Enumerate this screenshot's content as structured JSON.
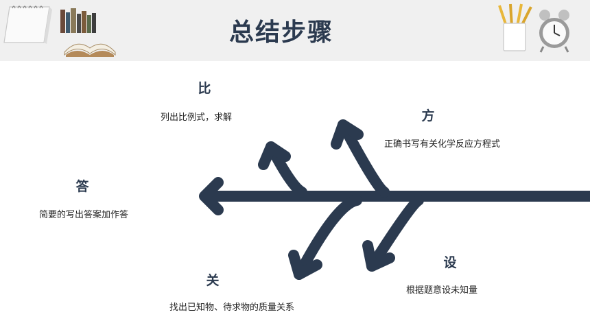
{
  "header": {
    "title": "总结步骤"
  },
  "colors": {
    "accent": "#2b3a4f",
    "header_bg": "#f0f0f0"
  },
  "steps": {
    "bi": {
      "title": "比",
      "desc": "列出比例式，求解"
    },
    "fang": {
      "title": "方",
      "desc": "正确书写有关化学反应方程式"
    },
    "da": {
      "title": "答",
      "desc": "简要的写出答案加作答"
    },
    "she": {
      "title": "设",
      "desc": "根据题意设未知量"
    },
    "guan": {
      "title": "关",
      "desc": "找出已知物、待求物的质量关系"
    }
  },
  "icons": [
    "notepad-icon",
    "books-icon",
    "open-book-icon",
    "pencil-cup-icon",
    "alarm-clock-icon"
  ]
}
